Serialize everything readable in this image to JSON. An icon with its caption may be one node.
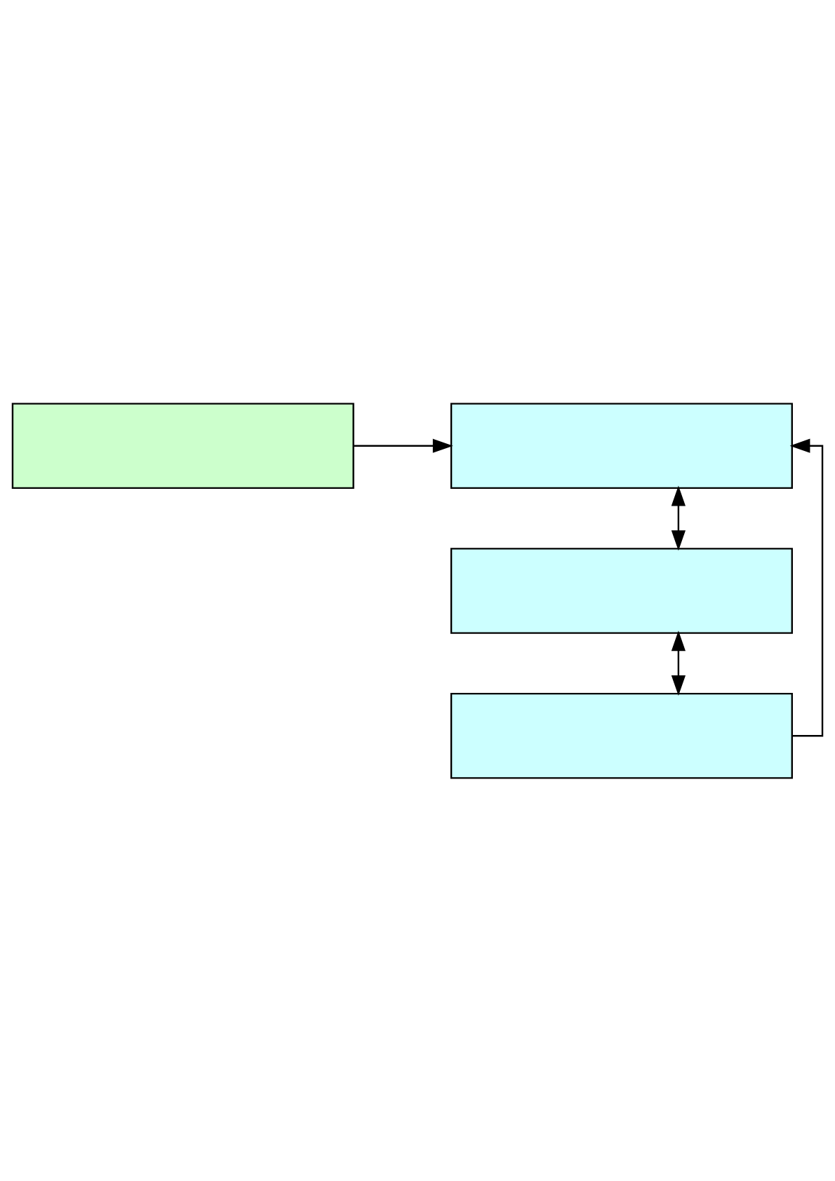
{
  "diagram": {
    "nodes": [
      {
        "text": [],
        "shape": "box"
      },
      {
        "text": [],
        "shape": "box"
      },
      {
        "text": [],
        "shape": "box"
      },
      {
        "text": [],
        "shape": "box"
      }
    ],
    "edges": [
      {
        "from": 1,
        "to": 0,
        "arrow": "to"
      },
      {
        "from": 2,
        "to": 0,
        "arrow": "both"
      },
      {
        "from": 3,
        "to": 2,
        "arrow": "both"
      },
      {
        "from": 3,
        "to": 0,
        "arrow": "to"
      }
    ]
  }
}
